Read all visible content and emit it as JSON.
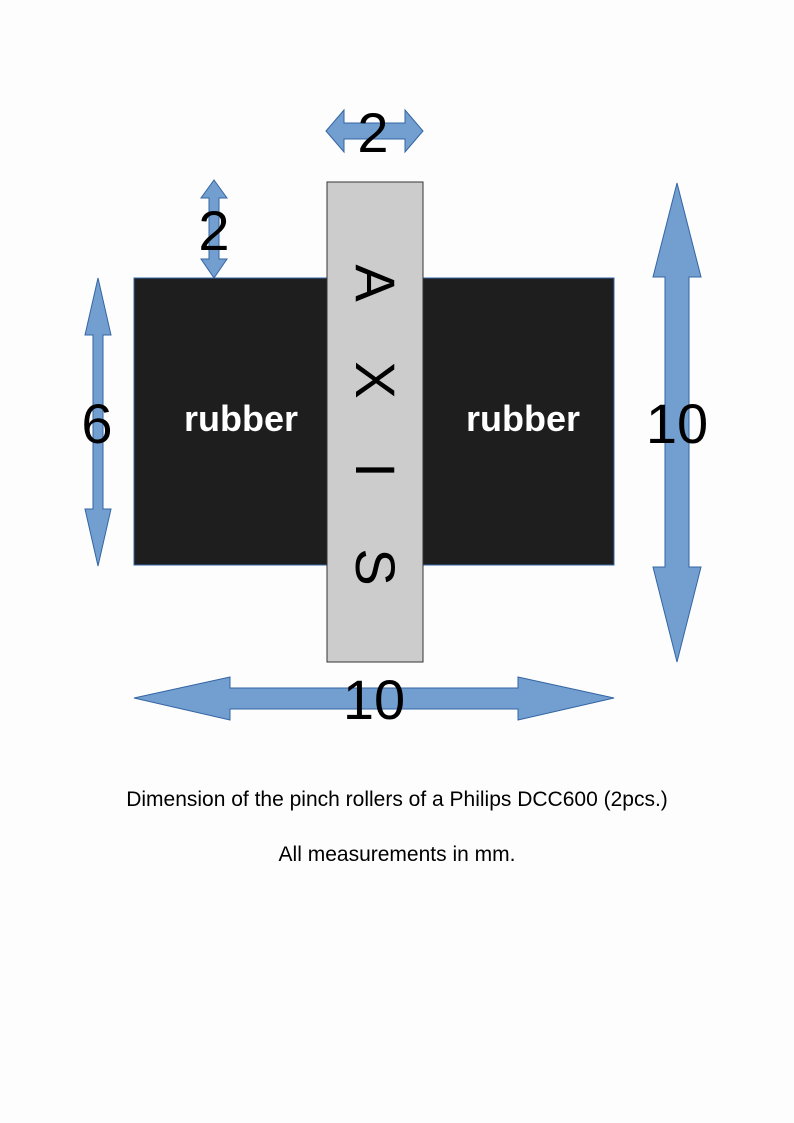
{
  "diagram": {
    "components": {
      "rubber_left": "rubber",
      "rubber_right": "rubber",
      "axis_letters": [
        "A",
        "X",
        "I",
        "S"
      ]
    },
    "dimensions": {
      "axis_width": "2",
      "rubber_offset": "2",
      "rubber_height": "6",
      "total_height": "10",
      "total_width": "10"
    },
    "colors": {
      "arrow_fill": "#729fcf",
      "rubber_fill": "#1e1e1e",
      "axis_fill": "#cccccc"
    }
  },
  "captions": {
    "line1": "Dimension of the pinch rollers of a Philips DCC600 (2pcs.)",
    "line2": "All measurements in mm."
  }
}
